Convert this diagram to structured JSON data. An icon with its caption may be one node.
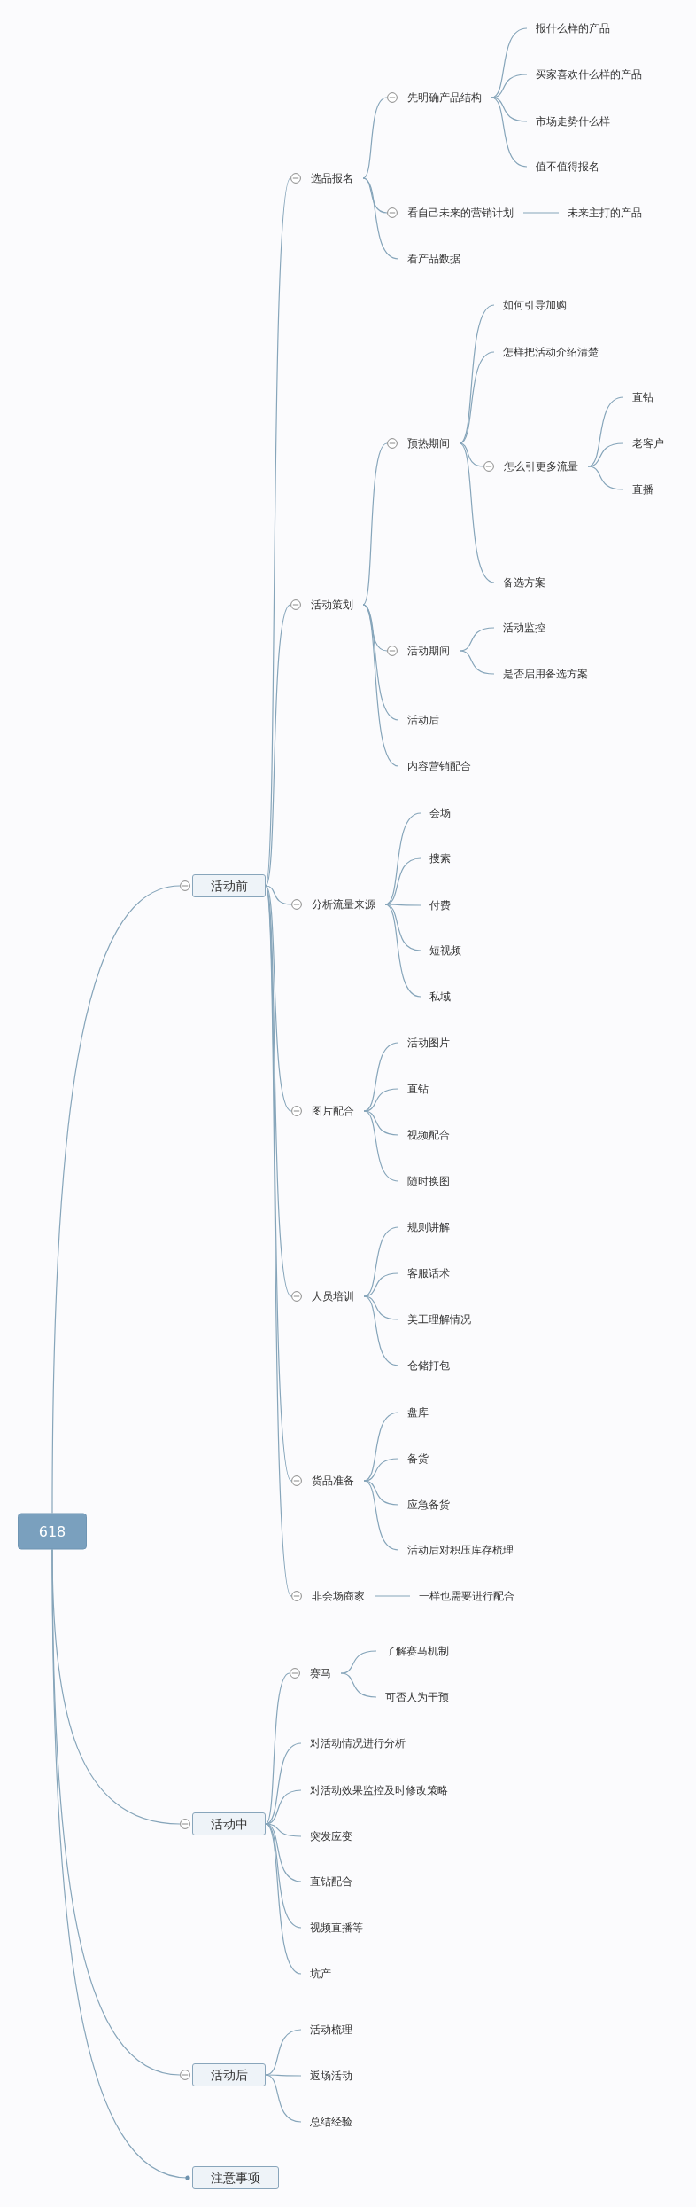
{
  "diagram": {
    "nodes": [
      {
        "text": [
          "618"
        ]
      },
      {
        "text": [
          "活动前"
        ]
      },
      {
        "text": [
          "选品报名"
        ]
      },
      {
        "text": [
          "先明确产品结构"
        ]
      },
      {
        "text": [
          "报什么样的产品"
        ]
      },
      {
        "text": [
          "买家喜欢什么样的产品"
        ]
      },
      {
        "text": [
          "市场走势什么样"
        ]
      },
      {
        "text": [
          "值不值得报名"
        ]
      },
      {
        "text": [
          "看自己未来的营销计划"
        ]
      },
      {
        "text": [
          "未来主打的产品"
        ]
      },
      {
        "text": [
          "看产品数据"
        ]
      },
      {
        "text": [
          "活动策划"
        ]
      },
      {
        "text": [
          "预热期间"
        ]
      },
      {
        "text": [
          "如何引导加购"
        ]
      },
      {
        "text": [
          "怎样把活动介绍清楚"
        ]
      },
      {
        "text": [
          "怎么引更多流量"
        ]
      },
      {
        "text": [
          "直钻"
        ]
      },
      {
        "text": [
          "老客户"
        ]
      },
      {
        "text": [
          "直播"
        ]
      },
      {
        "text": [
          "备选方案"
        ]
      },
      {
        "text": [
          "活动期间"
        ]
      },
      {
        "text": [
          "活动监控"
        ]
      },
      {
        "text": [
          "是否启用备选方案"
        ]
      },
      {
        "text": [
          "活动后"
        ]
      },
      {
        "text": [
          "内容营销配合"
        ]
      },
      {
        "text": [
          "分析流量来源"
        ]
      },
      {
        "text": [
          "会场"
        ]
      },
      {
        "text": [
          "搜索"
        ]
      },
      {
        "text": [
          "付费"
        ]
      },
      {
        "text": [
          "短视频"
        ]
      },
      {
        "text": [
          "私域"
        ]
      },
      {
        "text": [
          "图片配合"
        ]
      },
      {
        "text": [
          "活动图片"
        ]
      },
      {
        "text": [
          "直钻"
        ]
      },
      {
        "text": [
          "视频配合"
        ]
      },
      {
        "text": [
          "随时换图"
        ]
      },
      {
        "text": [
          "人员培训"
        ]
      },
      {
        "text": [
          "规则讲解"
        ]
      },
      {
        "text": [
          "客服话术"
        ]
      },
      {
        "text": [
          "美工理解情况"
        ]
      },
      {
        "text": [
          "仓储打包"
        ]
      },
      {
        "text": [
          "货品准备"
        ]
      },
      {
        "text": [
          "盘库"
        ]
      },
      {
        "text": [
          "备货"
        ]
      },
      {
        "text": [
          "应急备货"
        ]
      },
      {
        "text": [
          "活动后对积压库存梳理"
        ]
      },
      {
        "text": [
          "非会场商家"
        ]
      },
      {
        "text": [
          "一样也需要进行配合"
        ]
      },
      {
        "text": [
          "活动中"
        ]
      },
      {
        "text": [
          "赛马"
        ]
      },
      {
        "text": [
          "了解赛马机制"
        ]
      },
      {
        "text": [
          "可否人为干预"
        ]
      },
      {
        "text": [
          "对活动情况进行分析"
        ]
      },
      {
        "text": [
          "对活动效果监控及时修改策略"
        ]
      },
      {
        "text": [
          "突发应变"
        ]
      },
      {
        "text": [
          "直钻配合"
        ]
      },
      {
        "text": [
          "视频直播等"
        ]
      },
      {
        "text": [
          "坑产"
        ]
      },
      {
        "text": [
          "活动后"
        ]
      },
      {
        "text": [
          "活动梳理"
        ]
      },
      {
        "text": [
          "返场活动"
        ]
      },
      {
        "text": [
          "总结经验"
        ]
      },
      {
        "text": [
          "注意事项"
        ]
      }
    ],
    "edges": [
      {
        "from": 0,
        "to": 1,
        "arrow": "none"
      },
      {
        "from": 1,
        "to": 2,
        "arrow": "none"
      },
      {
        "from": 2,
        "to": 3,
        "arrow": "none"
      },
      {
        "from": 3,
        "to": 4,
        "arrow": "none"
      },
      {
        "from": 3,
        "to": 5,
        "arrow": "none"
      },
      {
        "from": 3,
        "to": 6,
        "arrow": "none"
      },
      {
        "from": 3,
        "to": 7,
        "arrow": "none"
      },
      {
        "from": 2,
        "to": 8,
        "arrow": "none"
      },
      {
        "from": 8,
        "to": 9,
        "arrow": "none"
      },
      {
        "from": 2,
        "to": 10,
        "arrow": "none"
      },
      {
        "from": 1,
        "to": 11,
        "arrow": "none"
      },
      {
        "from": 11,
        "to": 12,
        "arrow": "none"
      },
      {
        "from": 12,
        "to": 13,
        "arrow": "none"
      },
      {
        "from": 12,
        "to": 14,
        "arrow": "none"
      },
      {
        "from": 12,
        "to": 15,
        "arrow": "none"
      },
      {
        "from": 15,
        "to": 16,
        "arrow": "none"
      },
      {
        "from": 15,
        "to": 17,
        "arrow": "none"
      },
      {
        "from": 15,
        "to": 18,
        "arrow": "none"
      },
      {
        "from": 12,
        "to": 19,
        "arrow": "none"
      },
      {
        "from": 11,
        "to": 20,
        "arrow": "none"
      },
      {
        "from": 20,
        "to": 21,
        "arrow": "none"
      },
      {
        "from": 20,
        "to": 22,
        "arrow": "none"
      },
      {
        "from": 11,
        "to": 23,
        "arrow": "none"
      },
      {
        "from": 11,
        "to": 24,
        "arrow": "none"
      },
      {
        "from": 1,
        "to": 25,
        "arrow": "none"
      },
      {
        "from": 25,
        "to": 26,
        "arrow": "none"
      },
      {
        "from": 25,
        "to": 27,
        "arrow": "none"
      },
      {
        "from": 25,
        "to": 28,
        "arrow": "none"
      },
      {
        "from": 25,
        "to": 29,
        "arrow": "none"
      },
      {
        "from": 25,
        "to": 30,
        "arrow": "none"
      },
      {
        "from": 1,
        "to": 31,
        "arrow": "none"
      },
      {
        "from": 31,
        "to": 32,
        "arrow": "none"
      },
      {
        "from": 31,
        "to": 33,
        "arrow": "none"
      },
      {
        "from": 31,
        "to": 34,
        "arrow": "none"
      },
      {
        "from": 31,
        "to": 35,
        "arrow": "none"
      },
      {
        "from": 1,
        "to": 36,
        "arrow": "none"
      },
      {
        "from": 36,
        "to": 37,
        "arrow": "none"
      },
      {
        "from": 36,
        "to": 38,
        "arrow": "none"
      },
      {
        "from": 36,
        "to": 39,
        "arrow": "none"
      },
      {
        "from": 36,
        "to": 40,
        "arrow": "none"
      },
      {
        "from": 1,
        "to": 41,
        "arrow": "none"
      },
      {
        "from": 41,
        "to": 42,
        "arrow": "none"
      },
      {
        "from": 41,
        "to": 43,
        "arrow": "none"
      },
      {
        "from": 41,
        "to": 44,
        "arrow": "none"
      },
      {
        "from": 41,
        "to": 45,
        "arrow": "none"
      },
      {
        "from": 1,
        "to": 46,
        "arrow": "none"
      },
      {
        "from": 46,
        "to": 47,
        "arrow": "none"
      },
      {
        "from": 0,
        "to": 48,
        "arrow": "none"
      },
      {
        "from": 48,
        "to": 49,
        "arrow": "none"
      },
      {
        "from": 49,
        "to": 50,
        "arrow": "none"
      },
      {
        "from": 49,
        "to": 51,
        "arrow": "none"
      },
      {
        "from": 48,
        "to": 52,
        "arrow": "none"
      },
      {
        "from": 48,
        "to": 53,
        "arrow": "none"
      },
      {
        "from": 48,
        "to": 54,
        "arrow": "none"
      },
      {
        "from": 48,
        "to": 55,
        "arrow": "none"
      },
      {
        "from": 48,
        "to": 56,
        "arrow": "none"
      },
      {
        "from": 48,
        "to": 57,
        "arrow": "none"
      },
      {
        "from": 0,
        "to": 58,
        "arrow": "none"
      },
      {
        "from": 58,
        "to": 59,
        "arrow": "none"
      },
      {
        "from": 58,
        "to": 60,
        "arrow": "none"
      },
      {
        "from": 58,
        "to": 61,
        "arrow": "none"
      },
      {
        "from": 0,
        "to": 62,
        "arrow": "other"
      }
    ]
  }
}
